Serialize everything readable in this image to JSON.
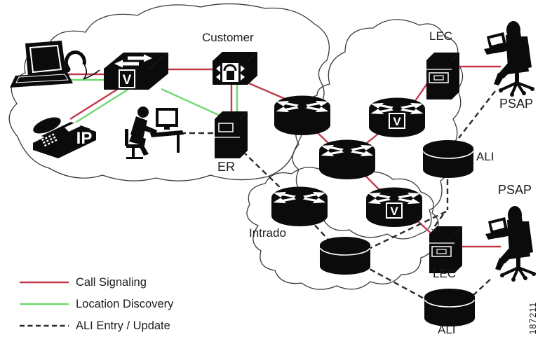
{
  "labels": {
    "customer": "Customer",
    "er": "ER",
    "intrado": "Intrado",
    "lec_top": "LEC",
    "lec_bottom": "LEC",
    "ali_top": "ALI",
    "ali_bottom": "ALI",
    "psap_top": "PSAP",
    "psap_bottom": "PSAP"
  },
  "icon_texts": {
    "switch_v": "V",
    "router_v_top": "V",
    "router_v_bottom": "V",
    "ip_phone": "IP"
  },
  "legend": {
    "items": [
      {
        "label": "Call Signaling",
        "style": "solid",
        "color": "#c03a4c"
      },
      {
        "label": "Location Discovery",
        "style": "solid",
        "color": "#71d871"
      },
      {
        "label": "ALI Entry / Update",
        "style": "dashed",
        "color": "#2a2a2a"
      }
    ]
  },
  "figure_number": "187211",
  "colors": {
    "call_signaling": "#c03a4c",
    "location_discovery": "#71d871",
    "ali_entry_update": "#2a2a2a",
    "cloud_outline": "#3a3a3a"
  }
}
